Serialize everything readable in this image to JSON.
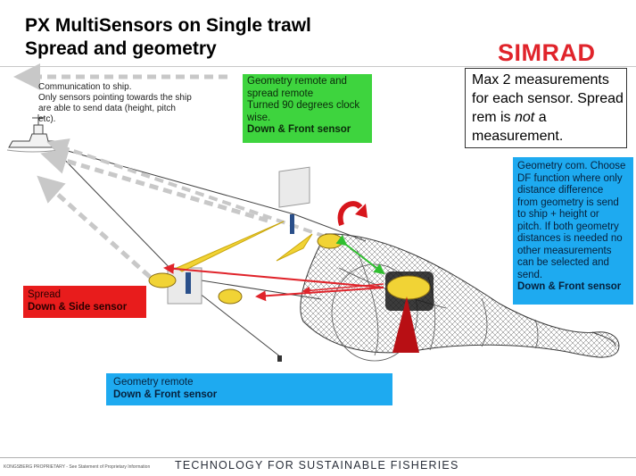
{
  "title_line1": "PX MultiSensors  on Single trawl",
  "title_line2": "Spread and geometry",
  "brand": "SIMRAD",
  "comm_note": "Communication to ship.\nOnly sensors pointing towards the ship\nare able to send data (height,  pitch\netc).",
  "max_box": {
    "part1": "Max 2 measurements for each sensor.  Spread rem is ",
    "emph": "not",
    "part2": " a measurement."
  },
  "green_box": {
    "text": "Geometry remote and\nspread remote\nTurned 90 degrees clock\nwise.",
    "strong": "Down & Front sensor"
  },
  "blue_box_right": {
    "text": "Geometry com. Choose\nDF function where only\ndistance  difference\nfrom geometry is send\nto ship + height or\npitch. If both  geometry\ndistances is needed no\nother measurements\ncan be selected and\nsend.",
    "strong": "Down & Front sensor"
  },
  "red_box": {
    "text": "Spread",
    "strong": "Down  & Side sensor"
  },
  "blue_box_bottom": {
    "text": "Geometry remote",
    "strong": "Down & Front sensor"
  },
  "footer_small": "KONGSBERG PROPRIETARY - See Statement of Proprietary Information",
  "footer_tagline": "TECHNOLOGY FOR SUSTAINABLE FISHERIES",
  "colors": {
    "brand_red": "#e0242b",
    "green_box": "#3ed43e",
    "blue_box": "#1eaaf0",
    "red_box": "#e81c1c",
    "sensor_yellow": "#f1d335",
    "arrow_red": "#e0242b",
    "arrow_green": "#2fbf2f",
    "comm_arrow_gray": "#c8c8c8"
  }
}
